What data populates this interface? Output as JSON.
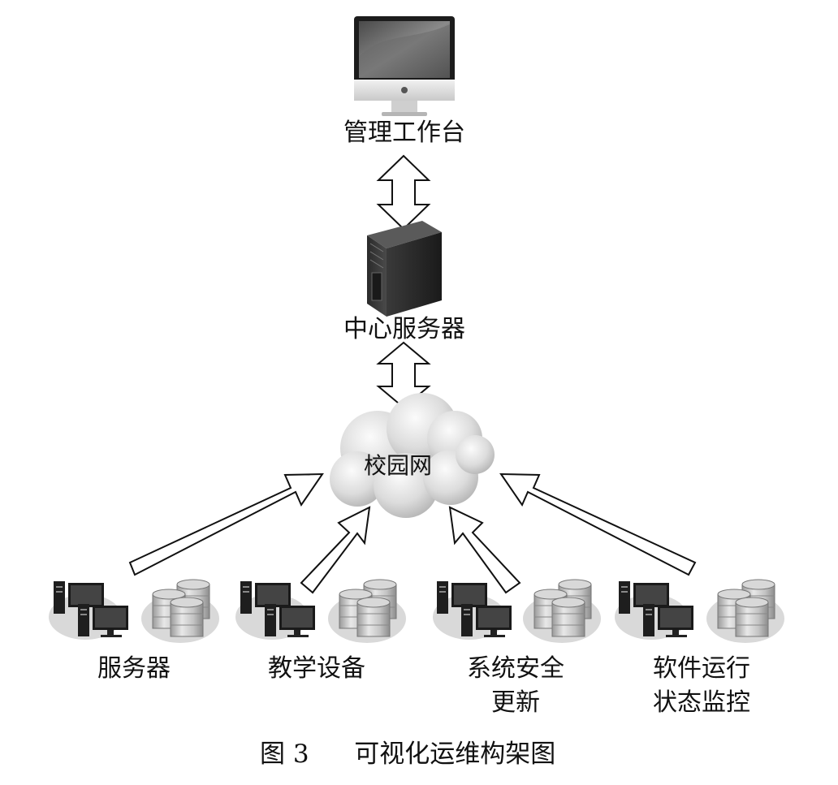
{
  "diagram": {
    "top_node": "管理工作台",
    "center_node": "中心服务器",
    "network_node": "校园网",
    "bottom_nodes": [
      {
        "label": "服务器"
      },
      {
        "label": "教学设备"
      },
      {
        "label_line1": "系统安全",
        "label_line2": "更新"
      },
      {
        "label_line1": "软件运行",
        "label_line2": "状态监控"
      }
    ]
  },
  "caption": {
    "figure_number": "图 3",
    "title": "可视化运维构架图"
  }
}
